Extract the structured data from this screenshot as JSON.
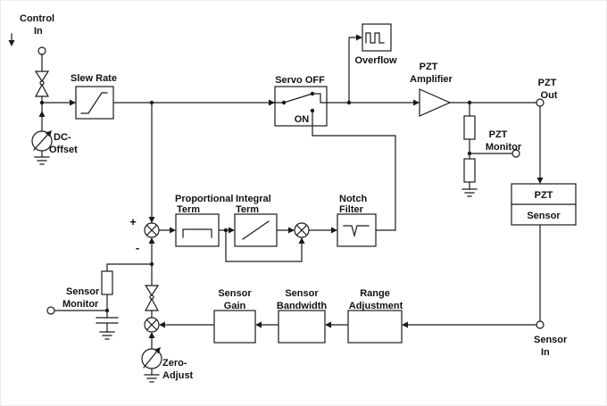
{
  "colors": {
    "line": "#1a1a1a",
    "background": "#ffffff",
    "text": "#111111"
  },
  "labels": {
    "control_in": [
      "Control",
      "In"
    ],
    "slew_rate": "Slew Rate",
    "dc_offset": [
      "DC-",
      "Offset"
    ],
    "servo_switch": {
      "off": "Servo OFF",
      "on": "ON"
    },
    "overflow": "Overflow",
    "pzt_amplifier": [
      "PZT",
      "Amplifier"
    ],
    "pzt_out": [
      "PZT",
      "Out"
    ],
    "pzt_monitor": [
      "PZT",
      "Monitor"
    ],
    "pzt_sensor_box": [
      "PZT",
      "Sensor"
    ],
    "sensor_in": [
      "Sensor",
      "In"
    ],
    "range_adjustment": [
      "Range",
      "Adjustment"
    ],
    "sensor_bandwidth": [
      "Sensor",
      "Bandwidth"
    ],
    "sensor_gain": [
      "Sensor",
      "Gain"
    ],
    "proportional_term": [
      "Proportional",
      "Term"
    ],
    "integral_term": [
      "Integral",
      "Term"
    ],
    "notch_filter": [
      "Notch",
      "Filter"
    ],
    "sensor_monitor": [
      "Sensor",
      "Monitor"
    ],
    "zero_adjust": [
      "Zero-",
      "Adjust"
    ],
    "summing": {
      "plus": "+",
      "minus": "-"
    }
  },
  "icons": {
    "slew-rate-icon": "ramp-between-flats",
    "proportional-icon": "flat-response-line",
    "integral-icon": "rising-diagonal-line",
    "notch-icon": "line-with-v-notch",
    "overflow-icon": "pulse-train",
    "amplifier-icon": "right-pointing-triangle",
    "summing-junction-icon": "circle-with-x",
    "attenuator-icon": "hourglass-triangles",
    "adjustable-source-icon": "circle-with-diagonal-arrow",
    "resistor-icon": "vertical-rectangle",
    "capacitor-icon": "parallel-plates",
    "ground-icon": "three-stacked-bars",
    "terminal-icon": "open-circle",
    "switch-icon": "spdt-switch"
  }
}
